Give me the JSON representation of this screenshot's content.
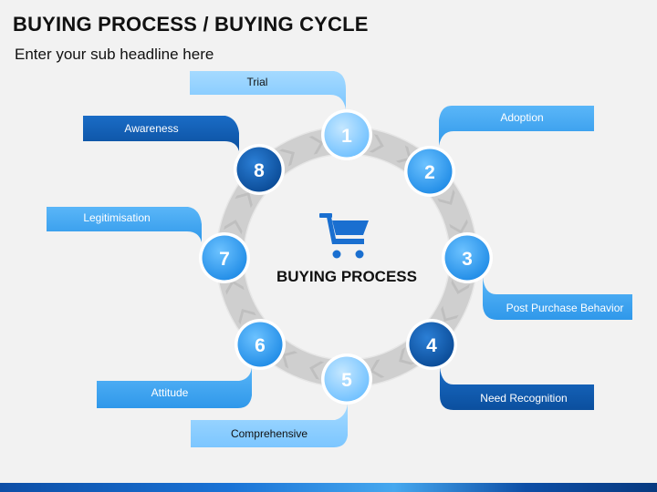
{
  "header": {
    "title": "BUYING PROCESS / BUYING CYCLE",
    "subtitle": "Enter your sub headline here"
  },
  "center": {
    "icon": "shopping-cart-icon",
    "label": "BUYING PROCESS"
  },
  "steps": [
    {
      "number": "1",
      "label": "Trial"
    },
    {
      "number": "2",
      "label": "Adoption"
    },
    {
      "number": "3",
      "label": "Post Purchase Behavior"
    },
    {
      "number": "4",
      "label": "Need Recognition"
    },
    {
      "number": "5",
      "label": "Comprehensive"
    },
    {
      "number": "6",
      "label": "Attitude"
    },
    {
      "number": "7",
      "label": "Legitimisation"
    },
    {
      "number": "8",
      "label": "Awareness"
    }
  ],
  "colors": {
    "light_blue": "#8ecfff",
    "mid_blue": "#3ca3ee",
    "dark_blue": "#0d5cb0",
    "ring_gray": "#d7d7d7",
    "cart_blue": "#1a6fd0"
  }
}
